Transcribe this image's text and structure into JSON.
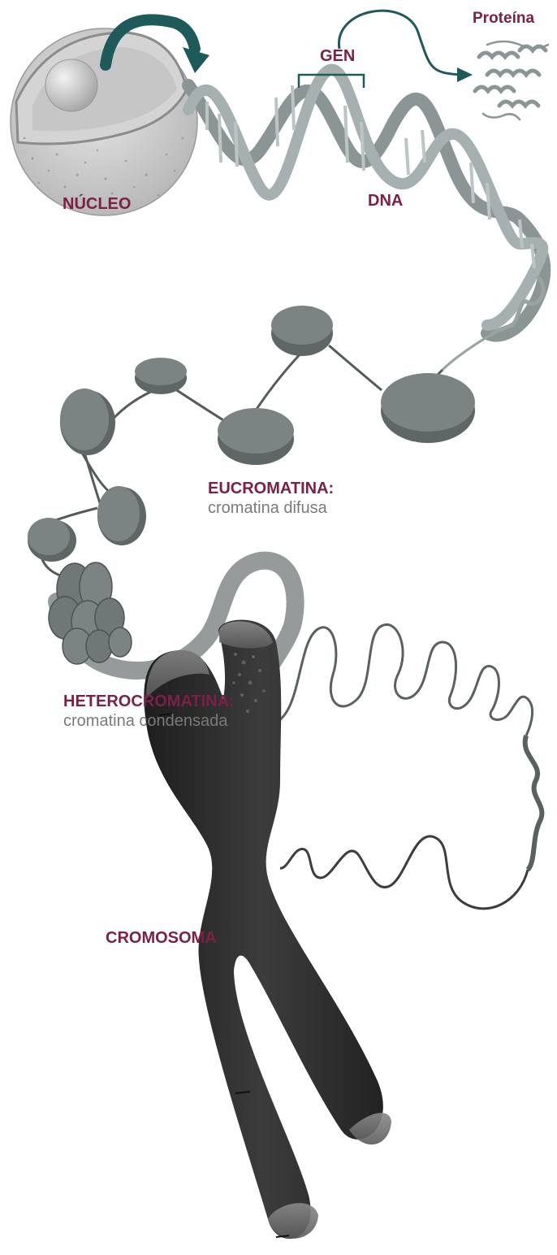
{
  "labels": {
    "nucleus": "NÚCLEO",
    "gene": "GEN",
    "dna": "DNA",
    "protein": "Proteína",
    "euchromatin_title": "EUCROMATINA:",
    "euchromatin_desc": "cromatina difusa",
    "heterochromatin_title": "HETEROCROMATINA:",
    "heterochromatin_desc": "cromatina condensada",
    "chromosome": "CROMOSOMA"
  },
  "colors": {
    "label": "#7b2046",
    "sublabel": "#7a7a7a",
    "arrow": "#1f5a5a",
    "dna": "#8c9595",
    "nucleosome": "#6b7272",
    "chromosome": "#2e2e2e",
    "nucleus": "#c9c9c9"
  }
}
